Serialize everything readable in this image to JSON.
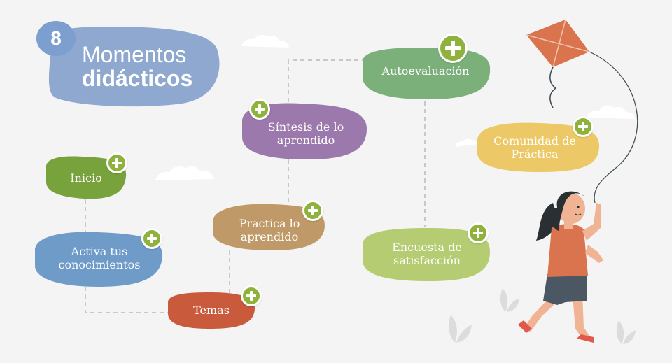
{
  "title": {
    "number": "8",
    "line1": "Momentos",
    "line2": "didácticos"
  },
  "nodes": {
    "inicio": "Inicio",
    "activa": "Activa tus conocimientos",
    "temas": "Temas",
    "practica": "Practica lo aprendido",
    "sintesis": "Síntesis de lo aprendido",
    "autoevaluacion": "Autoevaluación",
    "encuesta": "Encuesta de satisfacción",
    "comunidad": "Comunidad de Práctica"
  },
  "icons": {
    "expand": "plus-icon",
    "decoration": [
      "kite-icon",
      "girl-illustration",
      "cloud-icon",
      "leaf-icon"
    ]
  },
  "colors": {
    "title_blob": "#8ea8cf",
    "inicio": "#78a23c",
    "activa": "#6f9bc9",
    "temas": "#c95a3c",
    "practica": "#bf9a68",
    "sintesis": "#9c79ac",
    "autoevaluacion": "#7bb07b",
    "encuesta": "#b6cc73",
    "comunidad": "#ecc966",
    "plus": "#8fb23c"
  }
}
